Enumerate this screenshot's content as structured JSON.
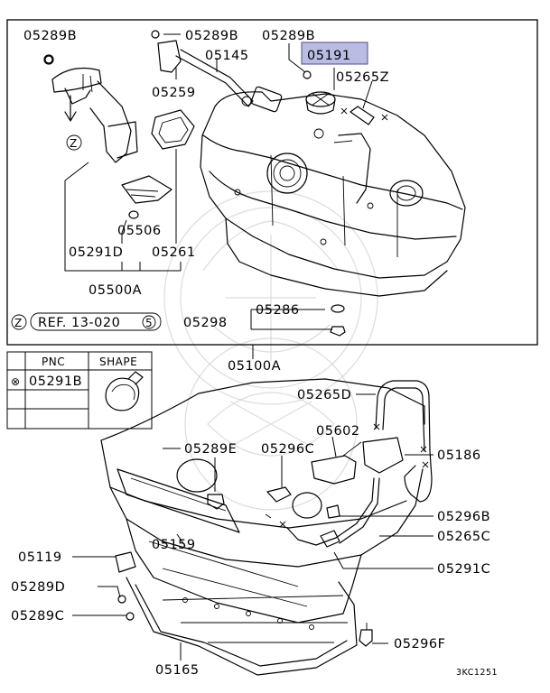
{
  "diagram": {
    "figure_code": "3KC1251",
    "highlighted_part": "05191",
    "reference_note": {
      "circle_letter": "Z",
      "text": "REF. 13-020",
      "circle_number": "5"
    },
    "legend_table": {
      "headers": [
        "PNC",
        "SHAPE"
      ],
      "rows": [
        {
          "symbol": "⊗",
          "pnc": "05291B",
          "shape_icon": "hose-clamp-icon"
        }
      ]
    },
    "upper_labels": {
      "a": "05289B",
      "b": "05289B",
      "c": "05289B",
      "d": "05191",
      "e": "05145",
      "f": "05259",
      "g": "05265Z",
      "h": "05506",
      "i": "05291D",
      "j": "05261",
      "k": "05500A",
      "l": "05286",
      "m": "05298",
      "n": "05100A",
      "z": "Z"
    },
    "lower_labels": {
      "a": "05265D",
      "b": "05602",
      "c": "05289E",
      "d": "05296C",
      "e": "05186",
      "f": "05296B",
      "g": "05265C",
      "h": "05159",
      "i": "05119",
      "j": "05291C",
      "k": "05289D",
      "l": "05289C",
      "m": "05296F",
      "n": "05165"
    }
  }
}
